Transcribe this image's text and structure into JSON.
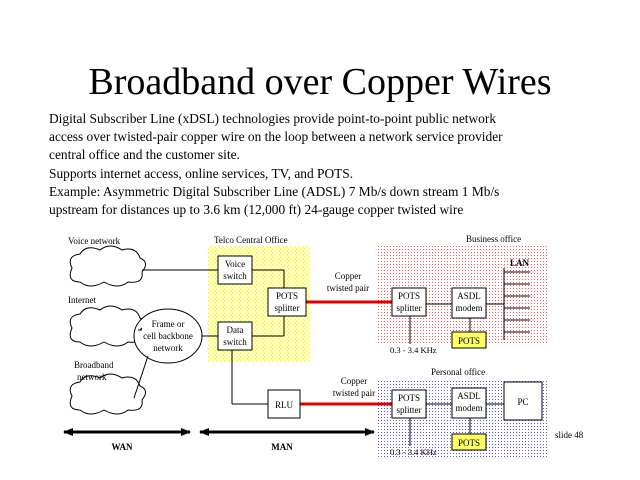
{
  "slide": {
    "title": "Broadband over Copper Wires",
    "paragraphs": [
      "Digital Subscriber Line (xDSL) technologies provide point-to-point public network",
      "access over twisted-pair copper wire on the loop between a network service provider",
      "central office and the customer site.",
      "Supports internet access, online services, TV, and POTS.",
      "Example: Asymmetric Digital Subscriber Line (ADSL) 7 Mb/s down stream 1 Mb/s",
      "upstream for distances up to 3.6 km (12,000 ft) 24-gauge copper twisted wire"
    ],
    "slide_number": "slide 48"
  },
  "diagram": {
    "clouds": {
      "voice_network": "Voice network",
      "internet": "Internet",
      "broadband_network": [
        "Broadband",
        "network"
      ]
    },
    "backbone": [
      "Frame or",
      "cell backbone",
      "network"
    ],
    "telco_office": "Telco Central Office",
    "business_office": "Business office",
    "personal_office": "Personal office",
    "voice_switch": [
      "Voice",
      "switch"
    ],
    "data_switch": [
      "Data",
      "switch"
    ],
    "pots_splitter": [
      "POTS",
      "splitter"
    ],
    "rlu": "RLU",
    "copper_pair": [
      "Copper",
      "twisted pair"
    ],
    "adsl_modem": [
      "ASDL",
      "modem"
    ],
    "pots": "POTS",
    "frequency_range": "0.3 - 3.4 KHz",
    "lan": "LAN",
    "pc": "PC",
    "wan": "WAN",
    "man": "MAN",
    "colors": {
      "central_office_fill": "#ffff55",
      "customer_dots": "#ff5555",
      "personal_dots": "#5555ff",
      "copper_line": "#dd0000",
      "pots_box": "#ffff66"
    }
  }
}
